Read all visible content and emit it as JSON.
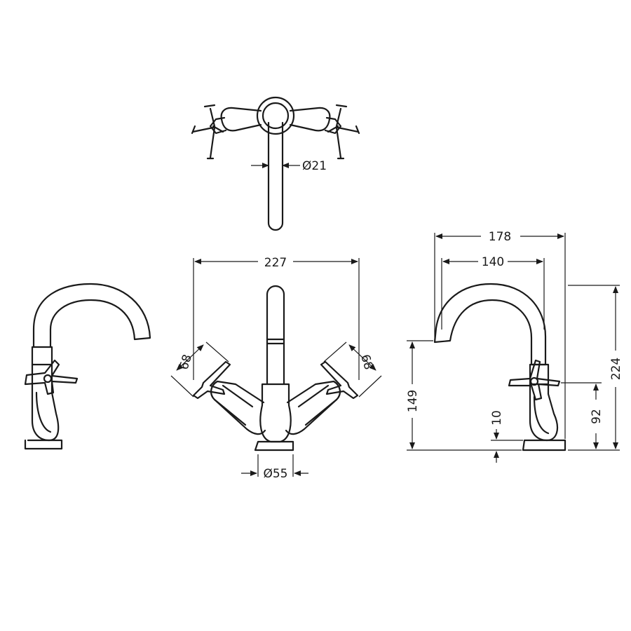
{
  "dimensions": {
    "spout_diameter": "Ø21",
    "overall_handle_width": "227",
    "handle_left": "68",
    "handle_right": "68",
    "base_diameter": "Ø55",
    "overall_depth": "178",
    "spout_reach": "140",
    "overall_height": "224",
    "spout_outlet_height": "149",
    "handle_height": "92",
    "base_thickness": "10"
  }
}
